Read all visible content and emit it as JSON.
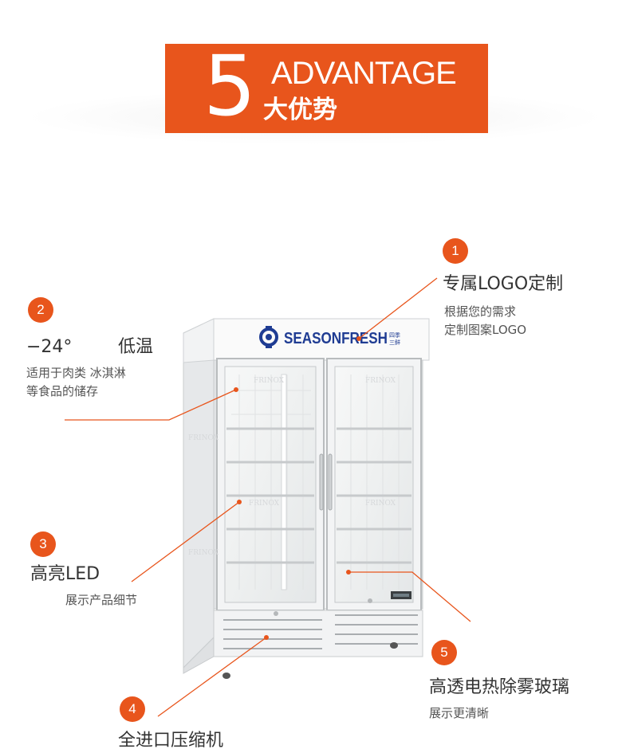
{
  "banner": {
    "number": "5",
    "title": "ADVANTAGE",
    "subtitle": "大优势"
  },
  "product": {
    "brand": "SEASONFRESH",
    "brand_small": [
      "四季",
      "三鲜"
    ],
    "watermark": "FRINOX"
  },
  "features": [
    {
      "badge": "1",
      "title": "专属LOGO定制",
      "desc": [
        "根据您的需求",
        "定制图案LOGO"
      ]
    },
    {
      "badge": "2",
      "title_left": "−24°",
      "title_right": "低温",
      "desc": [
        "适用于肉类 冰淇淋",
        "等食品的储存"
      ]
    },
    {
      "badge": "3",
      "title": "高亮LED",
      "desc": [
        "展示产品细节"
      ]
    },
    {
      "badge": "4",
      "title": "全进口压缩机",
      "desc": []
    },
    {
      "badge": "5",
      "title": "高透电热除雾玻璃",
      "desc": [
        "展示更清晰"
      ]
    }
  ],
  "colors": {
    "accent": "#e8551c",
    "brand_blue": "#1f3c93"
  }
}
